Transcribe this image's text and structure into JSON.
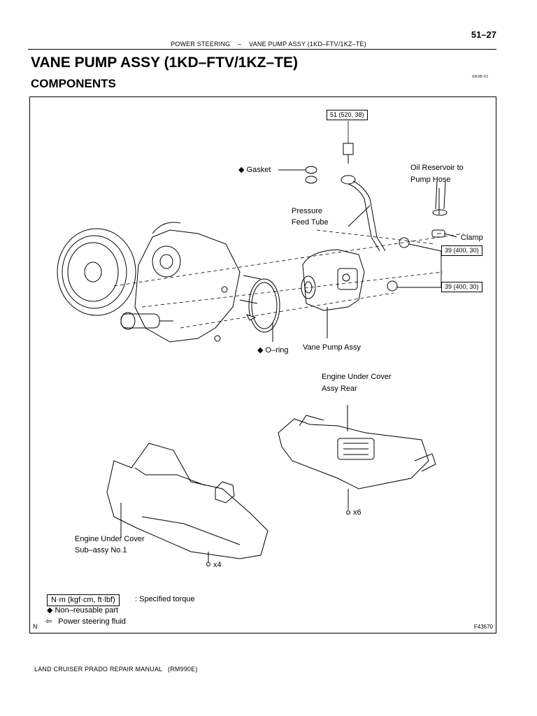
{
  "header": {
    "page_number": "51–27",
    "running": "POWER STEERING    –    VANE PUMP ASSY (1KD–FTV/1KZ–TE)",
    "code": "SR0B-01"
  },
  "title": "VANE PUMP ASSY (1KD–FTV/1KZ–TE)",
  "subtitle": "COMPONENTS",
  "diagram": {
    "torque_top": "51 (520, 38)",
    "torque_mid": "39 (400, 30)",
    "torque_low": "39 (400, 30)",
    "gasket": "Gasket",
    "oil_hose_1": "Oil Reservoir to",
    "oil_hose_2": "Pump Hose",
    "pressure_1": "Pressure",
    "pressure_2": "Feed Tube",
    "clamp": "Clamp",
    "oring": "O–ring",
    "vane_pump": "Vane Pump Assy",
    "rear_cover_1": "Engine Under Cover",
    "rear_cover_2": "Assy Rear",
    "x6": "x6",
    "sub_cover_1": "Engine Under Cover",
    "sub_cover_2": "Sub–assy No.1",
    "x4": "x4",
    "figure_code": "F43670",
    "n_mark": "N"
  },
  "legend": {
    "torque_unit": "N·m (kgf·cm, ft·lbf)",
    "torque_desc": ": Specified torque",
    "nonreusable": "Non–reusable part",
    "fluid": "Power steering fluid"
  },
  "footer": "LAND CRUISER PRADO REPAIR MANUAL   (RM990E)"
}
